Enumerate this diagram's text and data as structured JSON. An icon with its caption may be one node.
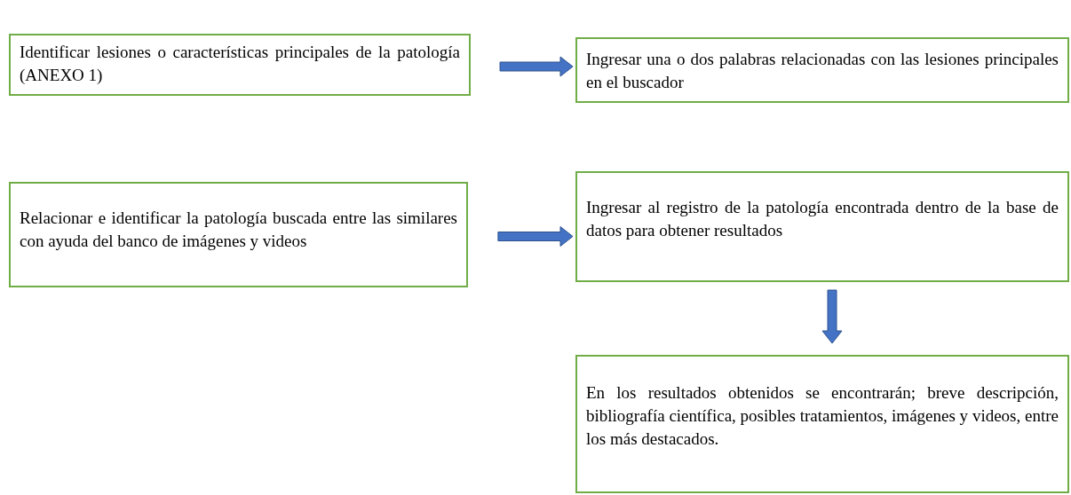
{
  "diagram": {
    "nodes": [
      {
        "text": [
          "Identificar lesiones o características principales de la patología (ANEXO 1)"
        ]
      },
      {
        "text": [
          "Ingresar una o dos palabras relacionadas con las lesiones principales en el buscador"
        ]
      },
      {
        "text": [
          "Relacionar e identificar la patología buscada entre las similares con ayuda del banco de imágenes y videos"
        ]
      },
      {
        "text": [
          "Ingresar al registro de la patología encontrada dentro de la base de datos para obtener resultados"
        ]
      },
      {
        "text": [
          "En los resultados obtenidos se encontrarán; breve descripción, bibliografía científica, posibles tratamientos, imágenes y videos, entre los más destacados."
        ]
      }
    ],
    "edges": [
      {
        "from": 0,
        "to": 1,
        "arrow": "to"
      },
      {
        "from": 2,
        "to": 3,
        "arrow": "to"
      },
      {
        "from": 3,
        "to": 4,
        "arrow": "to"
      }
    ]
  }
}
